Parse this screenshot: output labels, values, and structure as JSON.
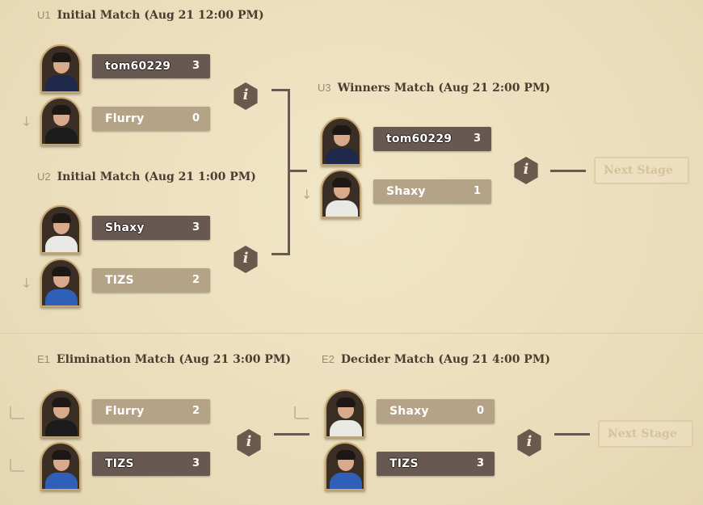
{
  "matches": {
    "u1": {
      "code": "U1",
      "title": "Initial Match (Aug 21 12:00 PM)",
      "p1": {
        "name": "tom60229",
        "score": "3"
      },
      "p2": {
        "name": "Flurry",
        "score": "0"
      }
    },
    "u2": {
      "code": "U2",
      "title": "Initial Match (Aug 21 1:00 PM)",
      "p1": {
        "name": "Shaxy",
        "score": "3"
      },
      "p2": {
        "name": "TIZS",
        "score": "2"
      }
    },
    "u3": {
      "code": "U3",
      "title": "Winners Match (Aug 21 2:00 PM)",
      "p1": {
        "name": "tom60229",
        "score": "3"
      },
      "p2": {
        "name": "Shaxy",
        "score": "1"
      }
    },
    "e1": {
      "code": "E1",
      "title": "Elimination Match (Aug 21 3:00 PM)",
      "p1": {
        "name": "Flurry",
        "score": "2"
      },
      "p2": {
        "name": "TIZS",
        "score": "3"
      }
    },
    "e2": {
      "code": "E2",
      "title": "Decider Match (Aug 21 4:00 PM)",
      "p1": {
        "name": "Shaxy",
        "score": "0"
      },
      "p2": {
        "name": "TIZS",
        "score": "3"
      }
    }
  },
  "next_stage": {
    "label": "Next Stage",
    "chevron": "›"
  },
  "icons": {
    "info": "i",
    "down_arrow": "↓"
  },
  "colors": {
    "win_banner": "#675852",
    "lose_banner": "#b5a388",
    "background": "#ecdfbe",
    "hex": "#6a5a4e"
  }
}
